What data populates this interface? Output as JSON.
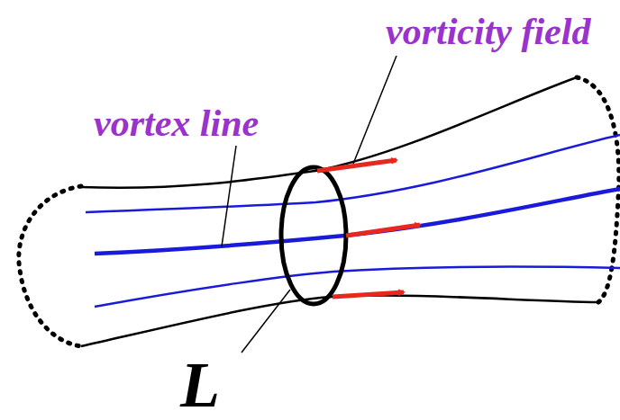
{
  "diagram": {
    "labels": [
      "vorticity field",
      "vortex line",
      "L"
    ]
  }
}
